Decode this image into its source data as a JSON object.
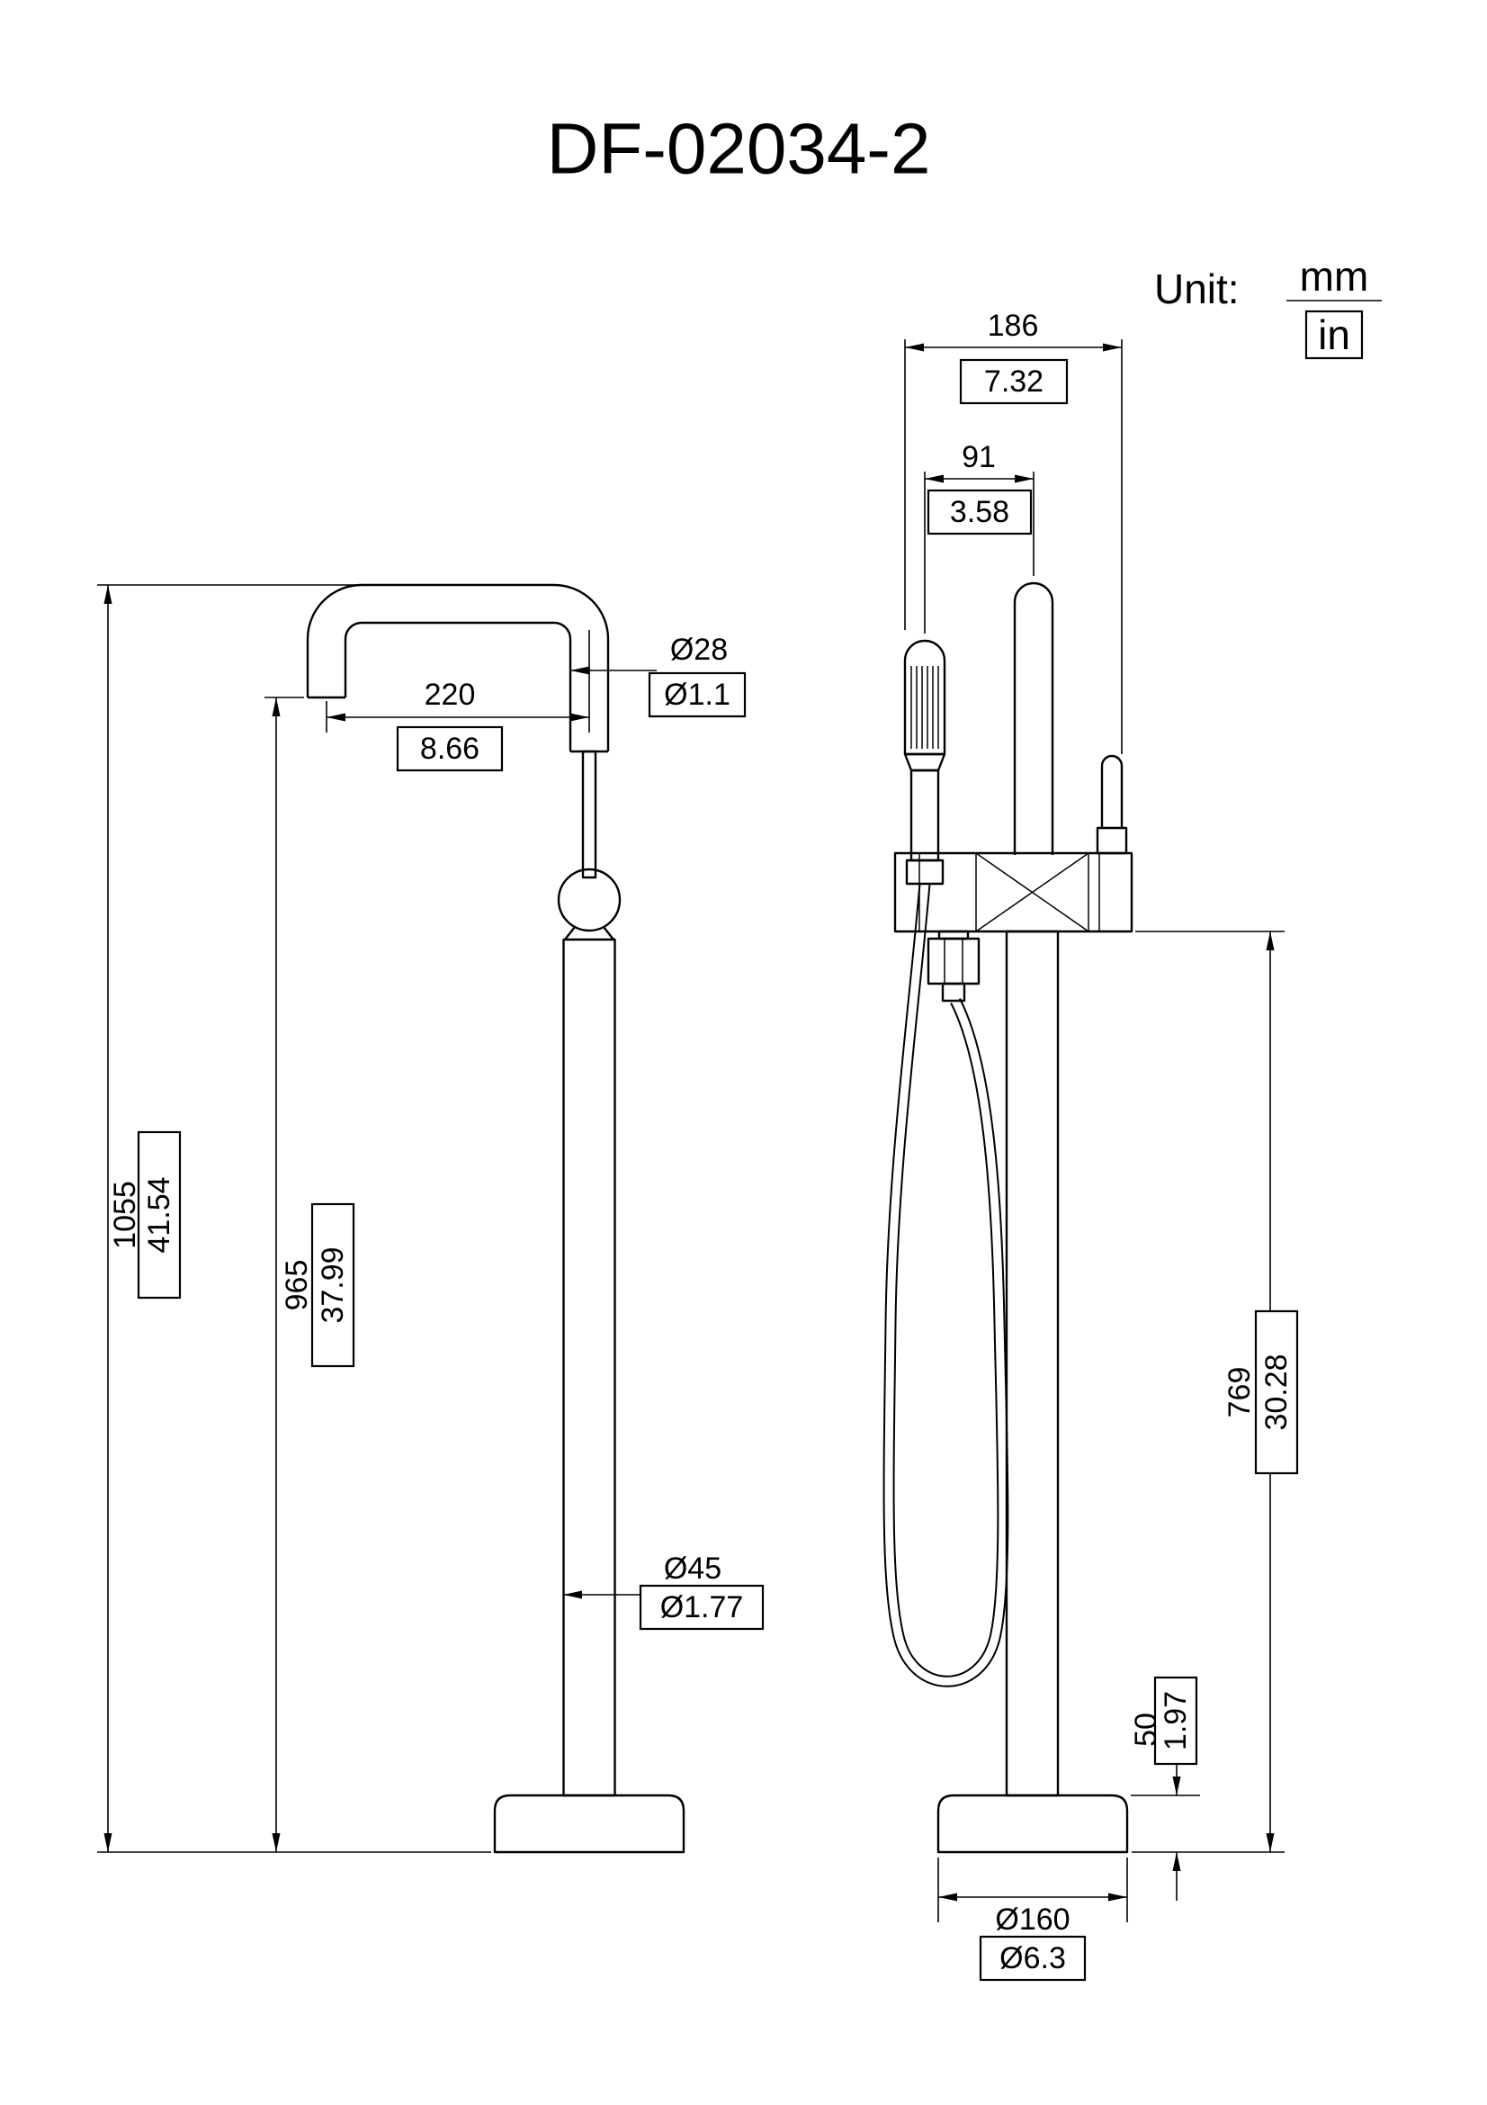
{
  "title": "DF-02034-2",
  "unit": {
    "label": "Unit:",
    "numerator": "mm",
    "denominator": "in"
  },
  "front_view": {
    "total_height": {
      "mm": "1055",
      "in": "41.54"
    },
    "spout_height": {
      "mm": "965",
      "in": "37.99"
    },
    "spout_reach": {
      "mm": "220",
      "in": "8.66"
    },
    "spout_diameter": {
      "mm": "Ø28",
      "in": "Ø1.1"
    },
    "column_diameter": {
      "mm": "Ø45",
      "in": "Ø1.77"
    }
  },
  "side_view": {
    "overall_width": {
      "mm": "186",
      "in": "7.32"
    },
    "handshower_offset": {
      "mm": "91",
      "in": "3.58"
    },
    "column_height": {
      "mm": "769",
      "in": "30.28"
    },
    "base_height": {
      "mm": "50",
      "in": "1.97"
    },
    "base_diameter": {
      "mm": "Ø160",
      "in": "Ø6.3"
    }
  }
}
